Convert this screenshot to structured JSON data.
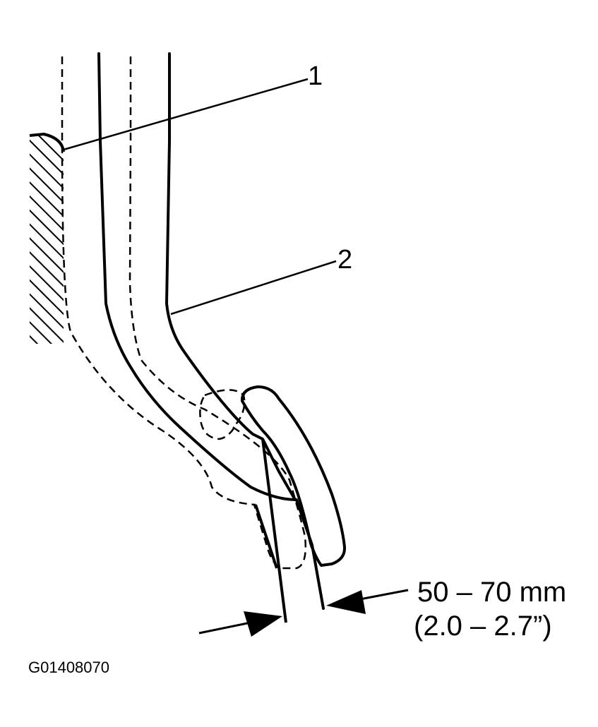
{
  "callouts": {
    "one": "1",
    "two": "2"
  },
  "dimension": {
    "metric": "50 – 70 mm",
    "imperial": "(2.0 – 2.7”)"
  },
  "figure_id": "G01408070",
  "colors": {
    "ink": "#000000",
    "background": "#ffffff"
  }
}
